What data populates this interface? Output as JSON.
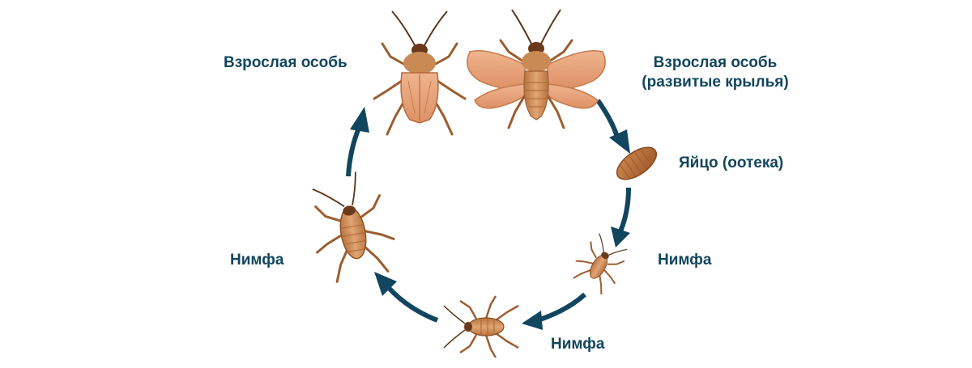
{
  "diagram": {
    "stages": {
      "adult": "Взрослая особь",
      "adult_winged_line1": "Взрослая особь",
      "adult_winged_line2": "(развитые крылья)",
      "egg": "Яйцо (оотека)",
      "nymph_right": "Нимфа",
      "nymph_bottom": "Нимфа",
      "nymph_left": "Нимфа"
    },
    "colors": {
      "label_text": "#12465e",
      "arrow": "#12465e",
      "body": "#c98a55",
      "body_dark": "#8a4f25",
      "wing": "#e8a57e",
      "leg": "#9c5e30"
    },
    "icons": [
      "cockroach-adult-icon",
      "cockroach-winged-icon",
      "ootheca-icon",
      "nymph-icon",
      "cycle-arrow-icon"
    ]
  }
}
